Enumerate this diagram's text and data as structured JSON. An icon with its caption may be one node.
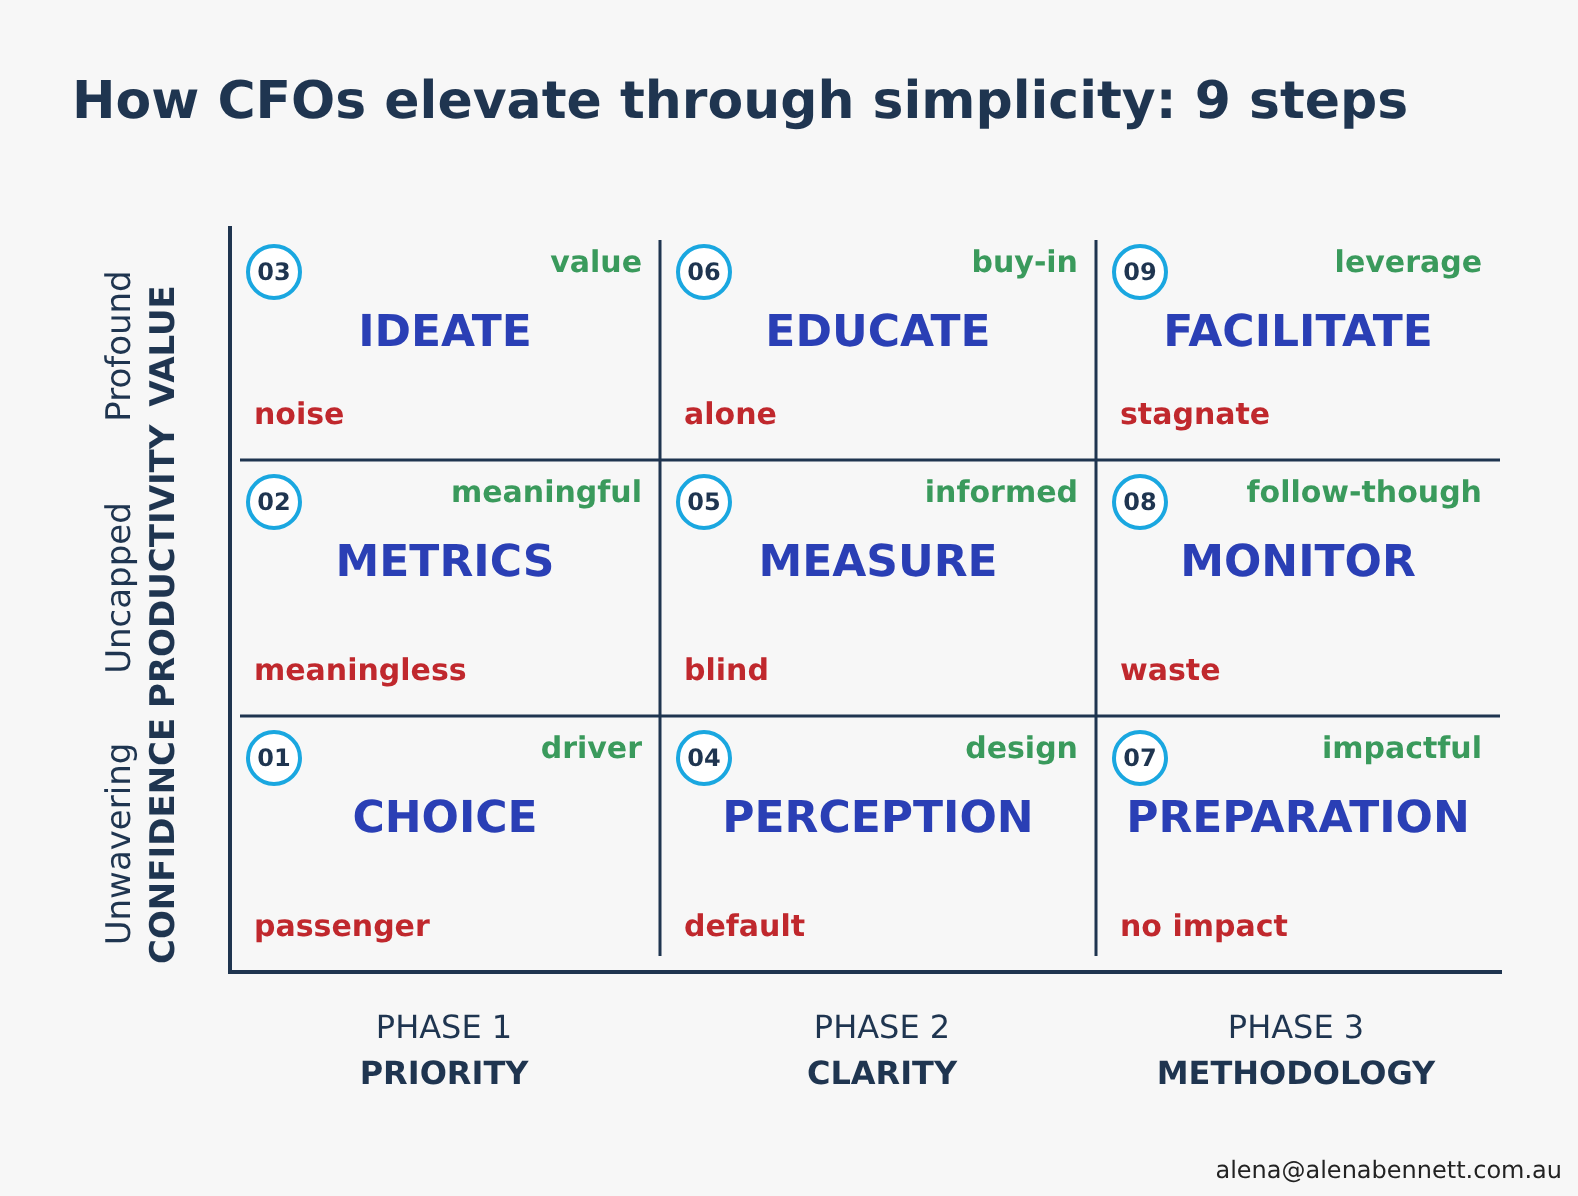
{
  "diagram": {
    "title": "How CFOs elevate through simplicity: 9 steps",
    "nodes": [
      {
        "text": [
          "03",
          "value",
          "IDEATE",
          "noise"
        ]
      },
      {
        "text": [
          "06",
          "buy-in",
          "EDUCATE",
          "alone"
        ]
      },
      {
        "text": [
          "09",
          "leverage",
          "FACILITATE",
          "stagnate"
        ]
      },
      {
        "text": [
          "02",
          "meaningful",
          "METRICS",
          "meaningless"
        ]
      },
      {
        "text": [
          "05",
          "informed",
          "MEASURE",
          "blind"
        ]
      },
      {
        "text": [
          "08",
          "follow-though",
          "MONITOR",
          "waste"
        ]
      },
      {
        "text": [
          "01",
          "driver",
          "CHOICE",
          "passenger"
        ]
      },
      {
        "text": [
          "04",
          "design",
          "PERCEPTION",
          "default"
        ]
      },
      {
        "text": [
          "07",
          "impactful",
          "PREPARATION",
          "no impact"
        ]
      }
    ],
    "labels": [
      "Profound",
      "VALUE",
      "Uncapped",
      "PRODUCTIVITY",
      "Unwavering",
      "CONFIDENCE",
      "PHASE 1",
      "PRIORITY",
      "PHASE 2",
      "CLARITY",
      "PHASE 3",
      "METHODOLOGY",
      "alena@alenabennett.com.au"
    ]
  }
}
